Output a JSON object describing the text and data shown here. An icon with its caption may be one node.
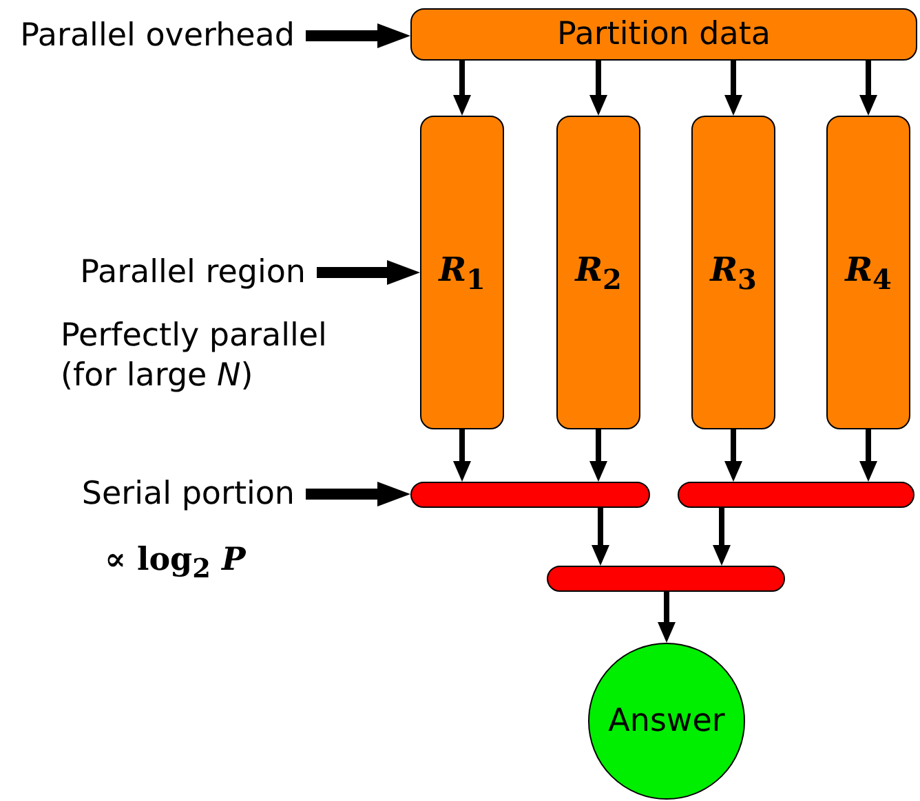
{
  "diagram": {
    "nodes": [
      {
        "text": [
          "Parallel overhead"
        ]
      },
      {
        "text": [
          "Partition data"
        ]
      },
      {
        "text": [
          "Parallel region"
        ]
      },
      {
        "text": [
          "*R*$_{1}$"
        ]
      },
      {
        "text": [
          "*R*$_{2}$"
        ]
      },
      {
        "text": [
          "*R*$_{3}$"
        ]
      },
      {
        "text": [
          "*R*$_{4}$"
        ]
      },
      {
        "text": [
          "Serial portion"
        ]
      },
      {
        "text": [],
        "shape": "bar"
      },
      {
        "text": [],
        "shape": "bar"
      },
      {
        "text": [],
        "shape": "bar"
      },
      {
        "text": [
          "Answer"
        ]
      }
    ],
    "edges": [
      {
        "from": 0,
        "to": 1,
        "arrow": "to",
        "style": "thick"
      },
      {
        "from": 1,
        "to": 3,
        "arrow": "to"
      },
      {
        "from": 1,
        "to": 4,
        "arrow": "to"
      },
      {
        "from": 1,
        "to": 5,
        "arrow": "to"
      },
      {
        "from": 1,
        "to": 6,
        "arrow": "to"
      },
      {
        "from": 2,
        "to": 3,
        "arrow": "to",
        "style": "thick"
      },
      {
        "from": 3,
        "to": 8,
        "arrow": "to"
      },
      {
        "from": 4,
        "to": 8,
        "arrow": "to"
      },
      {
        "from": 5,
        "to": 9,
        "arrow": "to"
      },
      {
        "from": 6,
        "to": 9,
        "arrow": "to"
      },
      {
        "from": 7,
        "to": 8,
        "arrow": "to",
        "style": "thick"
      },
      {
        "from": 8,
        "to": 10,
        "arrow": "to"
      },
      {
        "from": 9,
        "to": 10,
        "arrow": "to"
      },
      {
        "from": 10,
        "to": 11,
        "arrow": "to"
      }
    ],
    "labels": [
      "Perfectly parallel (for large *N*)",
      "∝ log$_{2}$ *P*"
    ]
  }
}
